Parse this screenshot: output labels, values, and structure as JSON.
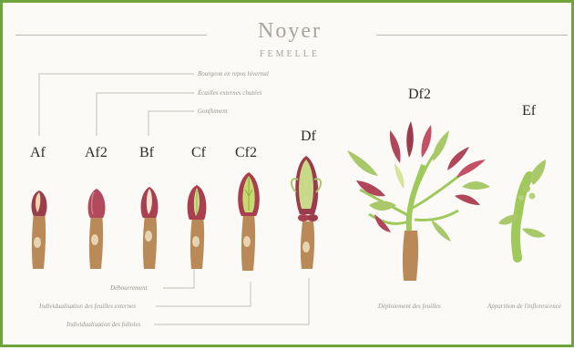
{
  "title": "Noyer",
  "subtitle": "FEMELLE",
  "top_notes": [
    "Bourgeon en repos hivernal",
    "Écailles externes chutées",
    "Gonflement"
  ],
  "bottom_notes": [
    "Débourrement",
    "Individualisation des feuilles externes",
    "Individualisation des folioles"
  ],
  "stages": [
    "Af",
    "Af2",
    "Bf",
    "Cf",
    "Cf2",
    "Df",
    "Df2",
    "Ef"
  ],
  "captions": {
    "df2": "Déploiement des feuilles",
    "ef": "Apparition de l'inflorescence"
  }
}
